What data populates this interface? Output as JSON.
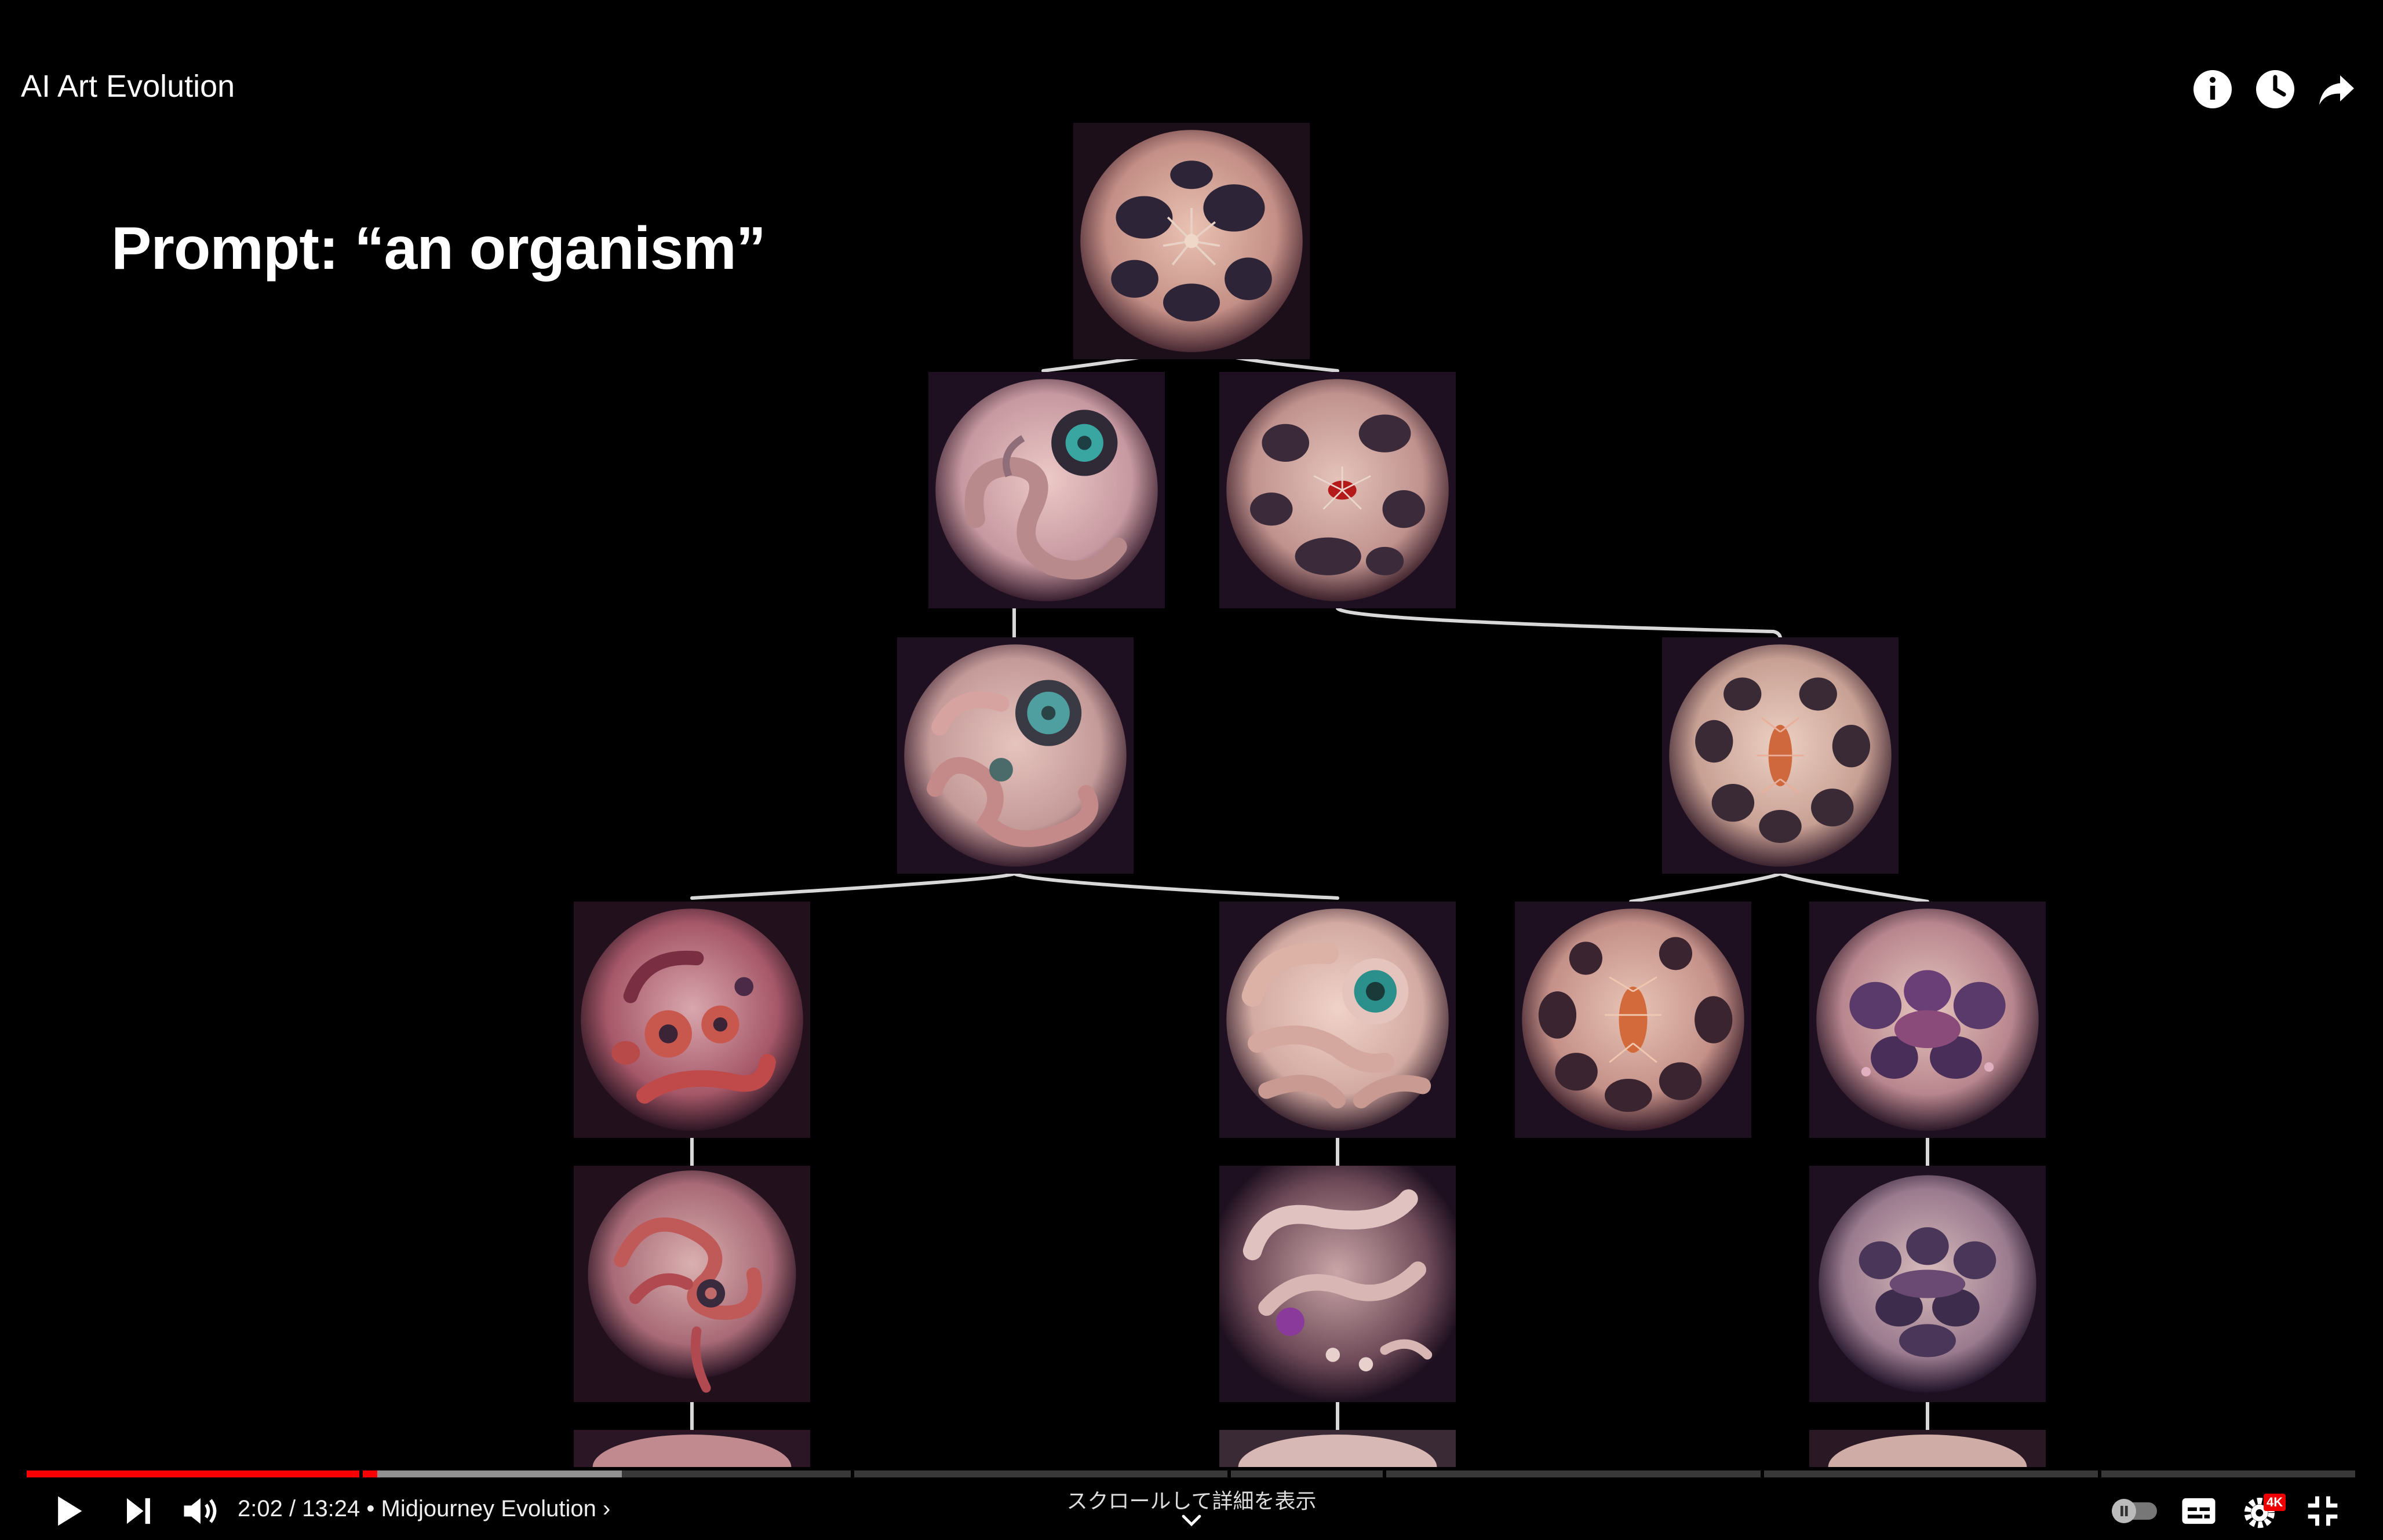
{
  "header": {
    "title": "AI Art Evolution",
    "icons": [
      "info-icon",
      "watch-later-icon",
      "share-icon"
    ]
  },
  "slide": {
    "prompt_title": "Prompt: “an organism”"
  },
  "tree": {
    "nodes": [
      {
        "id": "gen1-root",
        "palette": "#c9958a",
        "accent": "#3b2a46"
      },
      {
        "id": "gen2-a",
        "palette": "#d7aeb0",
        "accent": "#3d9a98"
      },
      {
        "id": "gen2-b",
        "palette": "#c99d98",
        "accent": "#b51a1a"
      },
      {
        "id": "gen3-a",
        "palette": "#caa09c",
        "accent": "#4f9fa0"
      },
      {
        "id": "gen3-b",
        "palette": "#d3a99a",
        "accent": "#d0683e"
      },
      {
        "id": "gen4-a",
        "palette": "#a84f5c",
        "accent": "#7a2e42"
      },
      {
        "id": "gen4-b",
        "palette": "#d9b3aa",
        "accent": "#2b8f8c"
      },
      {
        "id": "gen4-c",
        "palette": "#c8928a",
        "accent": "#d36a3c"
      },
      {
        "id": "gen4-d",
        "palette": "#b8868e",
        "accent": "#5a3a6a"
      },
      {
        "id": "gen5-a",
        "palette": "#b36a72",
        "accent": "#c04a4a"
      },
      {
        "id": "gen5-b",
        "palette": "#d2aeae",
        "accent": "#8a3a9a"
      },
      {
        "id": "gen5-c",
        "palette": "#9a7a8e",
        "accent": "#4a3658"
      }
    ]
  },
  "player": {
    "progress": 0.1505,
    "buffered": 0.2555,
    "time": "2:02 / 13:24 • Midjourney Evolution ›",
    "scroll_hint": "スクロールして詳細を表示",
    "quality_badge": "4K",
    "controls": [
      "play-icon",
      "next-icon",
      "volume-icon",
      "autoplay-toggle",
      "captions-icon",
      "settings-icon",
      "exit-fullscreen-icon"
    ],
    "colors": {
      "played": "#ff0000",
      "badge": "#ff0000"
    }
  }
}
